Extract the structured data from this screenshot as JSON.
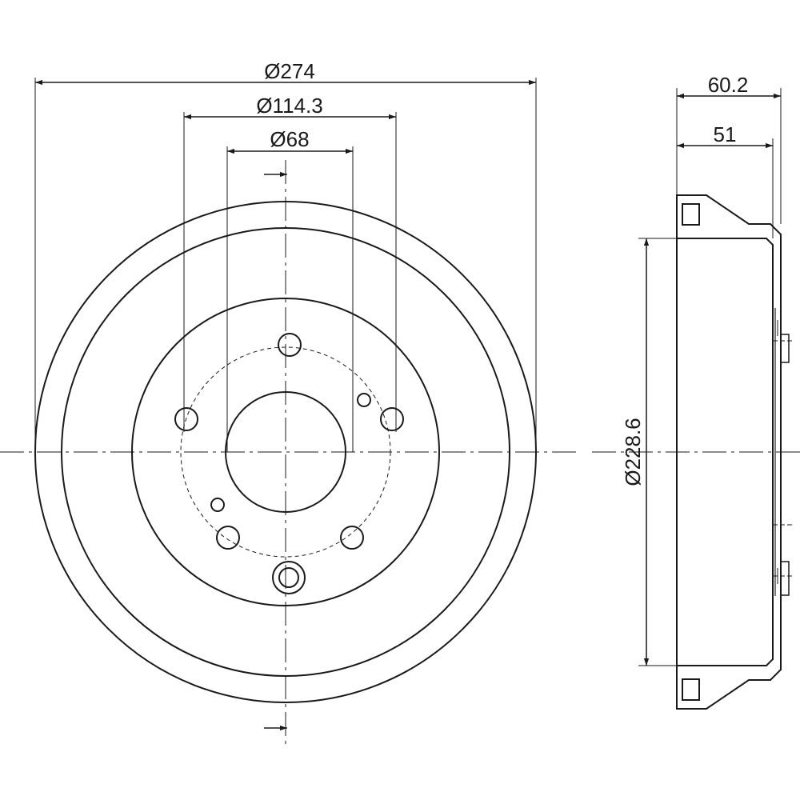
{
  "drawing": {
    "dimensions": {
      "outer_diameter": "Ø274",
      "bolt_circle": "Ø114.3",
      "center_bore": "Ø68",
      "inner_diameter": "Ø228.6",
      "total_height": "60.2",
      "inner_height": "51"
    },
    "colors": {
      "line": "#1a1a1a",
      "background": "#ffffff"
    }
  }
}
